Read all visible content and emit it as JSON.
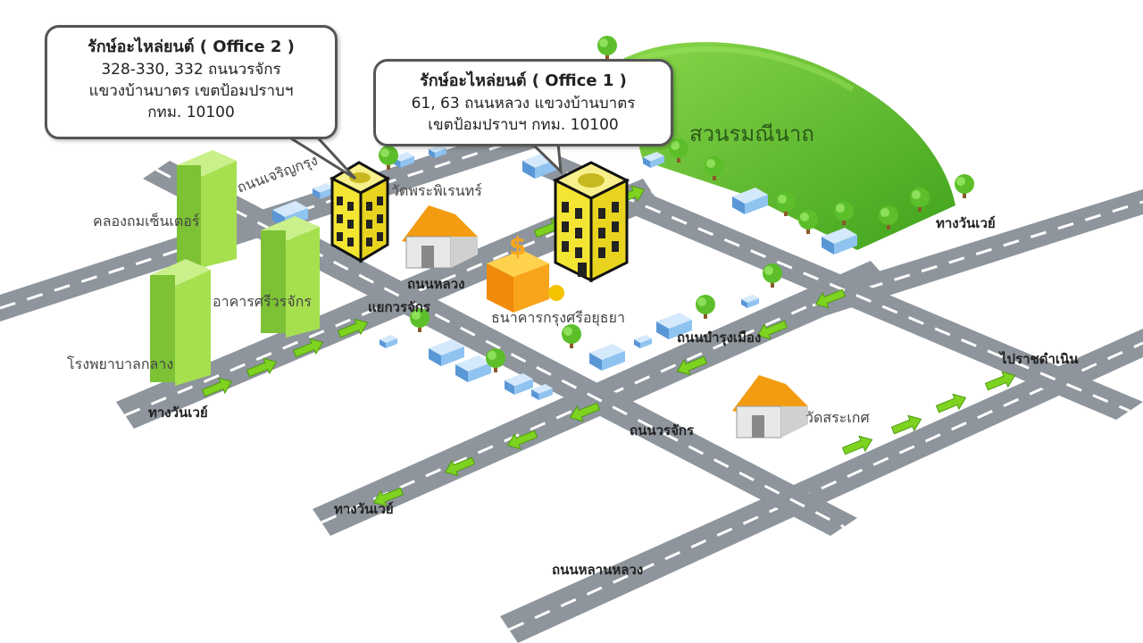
{
  "offices": [
    {
      "title": "รักษ์อะไหล่ยนต์ ( Office 2 )",
      "address_lines": [
        "328-330, 332 ถนนวรจักร",
        "แขวงบ้านบาตร เขตป้อมปราบฯ",
        "กทม. 10100"
      ]
    },
    {
      "title": "รักษ์อะไหล่ยนต์ ( Office 1 )",
      "address_lines": [
        "61, 63 ถนนหลวง แขวงบ้านบาตร",
        "เขตป้อมปราบฯ กทม. 10100"
      ]
    }
  ],
  "park_label": "สวนรมณีนาถ",
  "roads": {
    "charoen_krung": "ถนนเจริญกรุง",
    "luang": "ถนนหลวง",
    "worachak_junction": "แยกวรจักร",
    "bamrung_muang": "ถนนบำรุงเมือง",
    "worachak": "ถนนวรจักร",
    "lan_luang": "ถนนหลานหลวง",
    "to_ratchadamnoen": "ไปราชดำเนิน",
    "one_way_1": "ทางวันเวย์",
    "one_way_2": "ทางวันเวย์",
    "one_way_3": "ทางวันเวย์"
  },
  "places": {
    "klong_thom": "คลองถมเซ็นเตอร์",
    "worachak_building": "อาคารศรีวรจักร",
    "central_hospital": "โรงพยาบาลกลาง",
    "wat_phra_phiren": "วัดพระพิเรนทร์",
    "krungsri_bank": "ธนาคารกรุงศรีอยุธยา",
    "wat_saket": "วัดสระเกศ"
  },
  "colors": {
    "road": "#8e959c",
    "road_line": "#ffffff",
    "arrow": "#7ed321",
    "building_green": "#8fd13d",
    "office_yellow": "#f4e533",
    "park_green": "#5fbf2a",
    "box_blue": "#7fb6ea",
    "bank_orange": "#f9a51b",
    "temple_roof": "#f39c12"
  }
}
